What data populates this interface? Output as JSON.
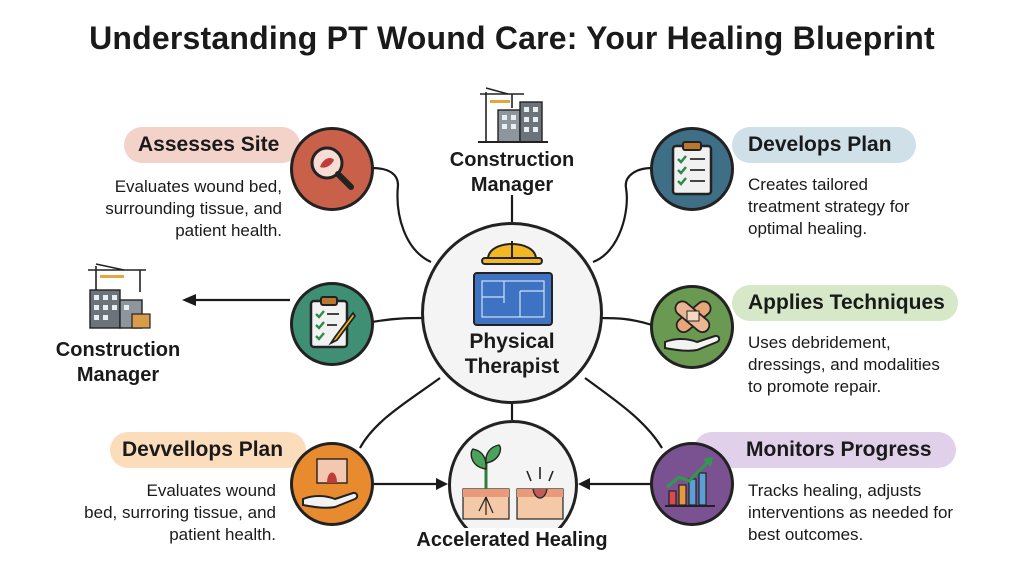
{
  "title": "Understanding PT Wound Care: Your Healing Blueprint",
  "center": {
    "label_line1": "Physical",
    "label_line2": "Therapist"
  },
  "top_node": {
    "line1": "Construction",
    "line2": "Manager"
  },
  "left_node": {
    "line1": "Construction",
    "line2": "Manager"
  },
  "bottom_node": {
    "label": "Accelerated Healing"
  },
  "items": [
    {
      "title": "Assesses Site",
      "lines": [
        "Evaluates wound bed,",
        "surrounding tissue, and",
        "patient health."
      ],
      "color": "#c9604a",
      "pill": "#f3d3c9"
    },
    {
      "title": "Develops Plan",
      "lines": [
        "Creates tailored",
        "treatment strategy for",
        "optimal healing."
      ],
      "color": "#3f6f86",
      "pill": "#cfe0e8"
    },
    {
      "title": "Applies Techniques",
      "lines": [
        "Uses debridement,",
        "dressings, and modalities",
        "to promote repair."
      ],
      "color": "#6a9a52",
      "pill": "#d6e8c8"
    },
    {
      "title": "Devvellops Plan",
      "lines": [
        "Evaluates wound",
        "bed, surroring tissue, and",
        "patient health."
      ],
      "color": "#e88a2e",
      "pill": "#fbdcbb"
    },
    {
      "title": "Monitors Progress",
      "lines": [
        "Tracks healing, adjusts",
        "interventions as needed for",
        "best outcomes."
      ],
      "color": "#7a5291",
      "pill": "#e0d0ea"
    }
  ],
  "checklist_node_color": "#3f8f74"
}
